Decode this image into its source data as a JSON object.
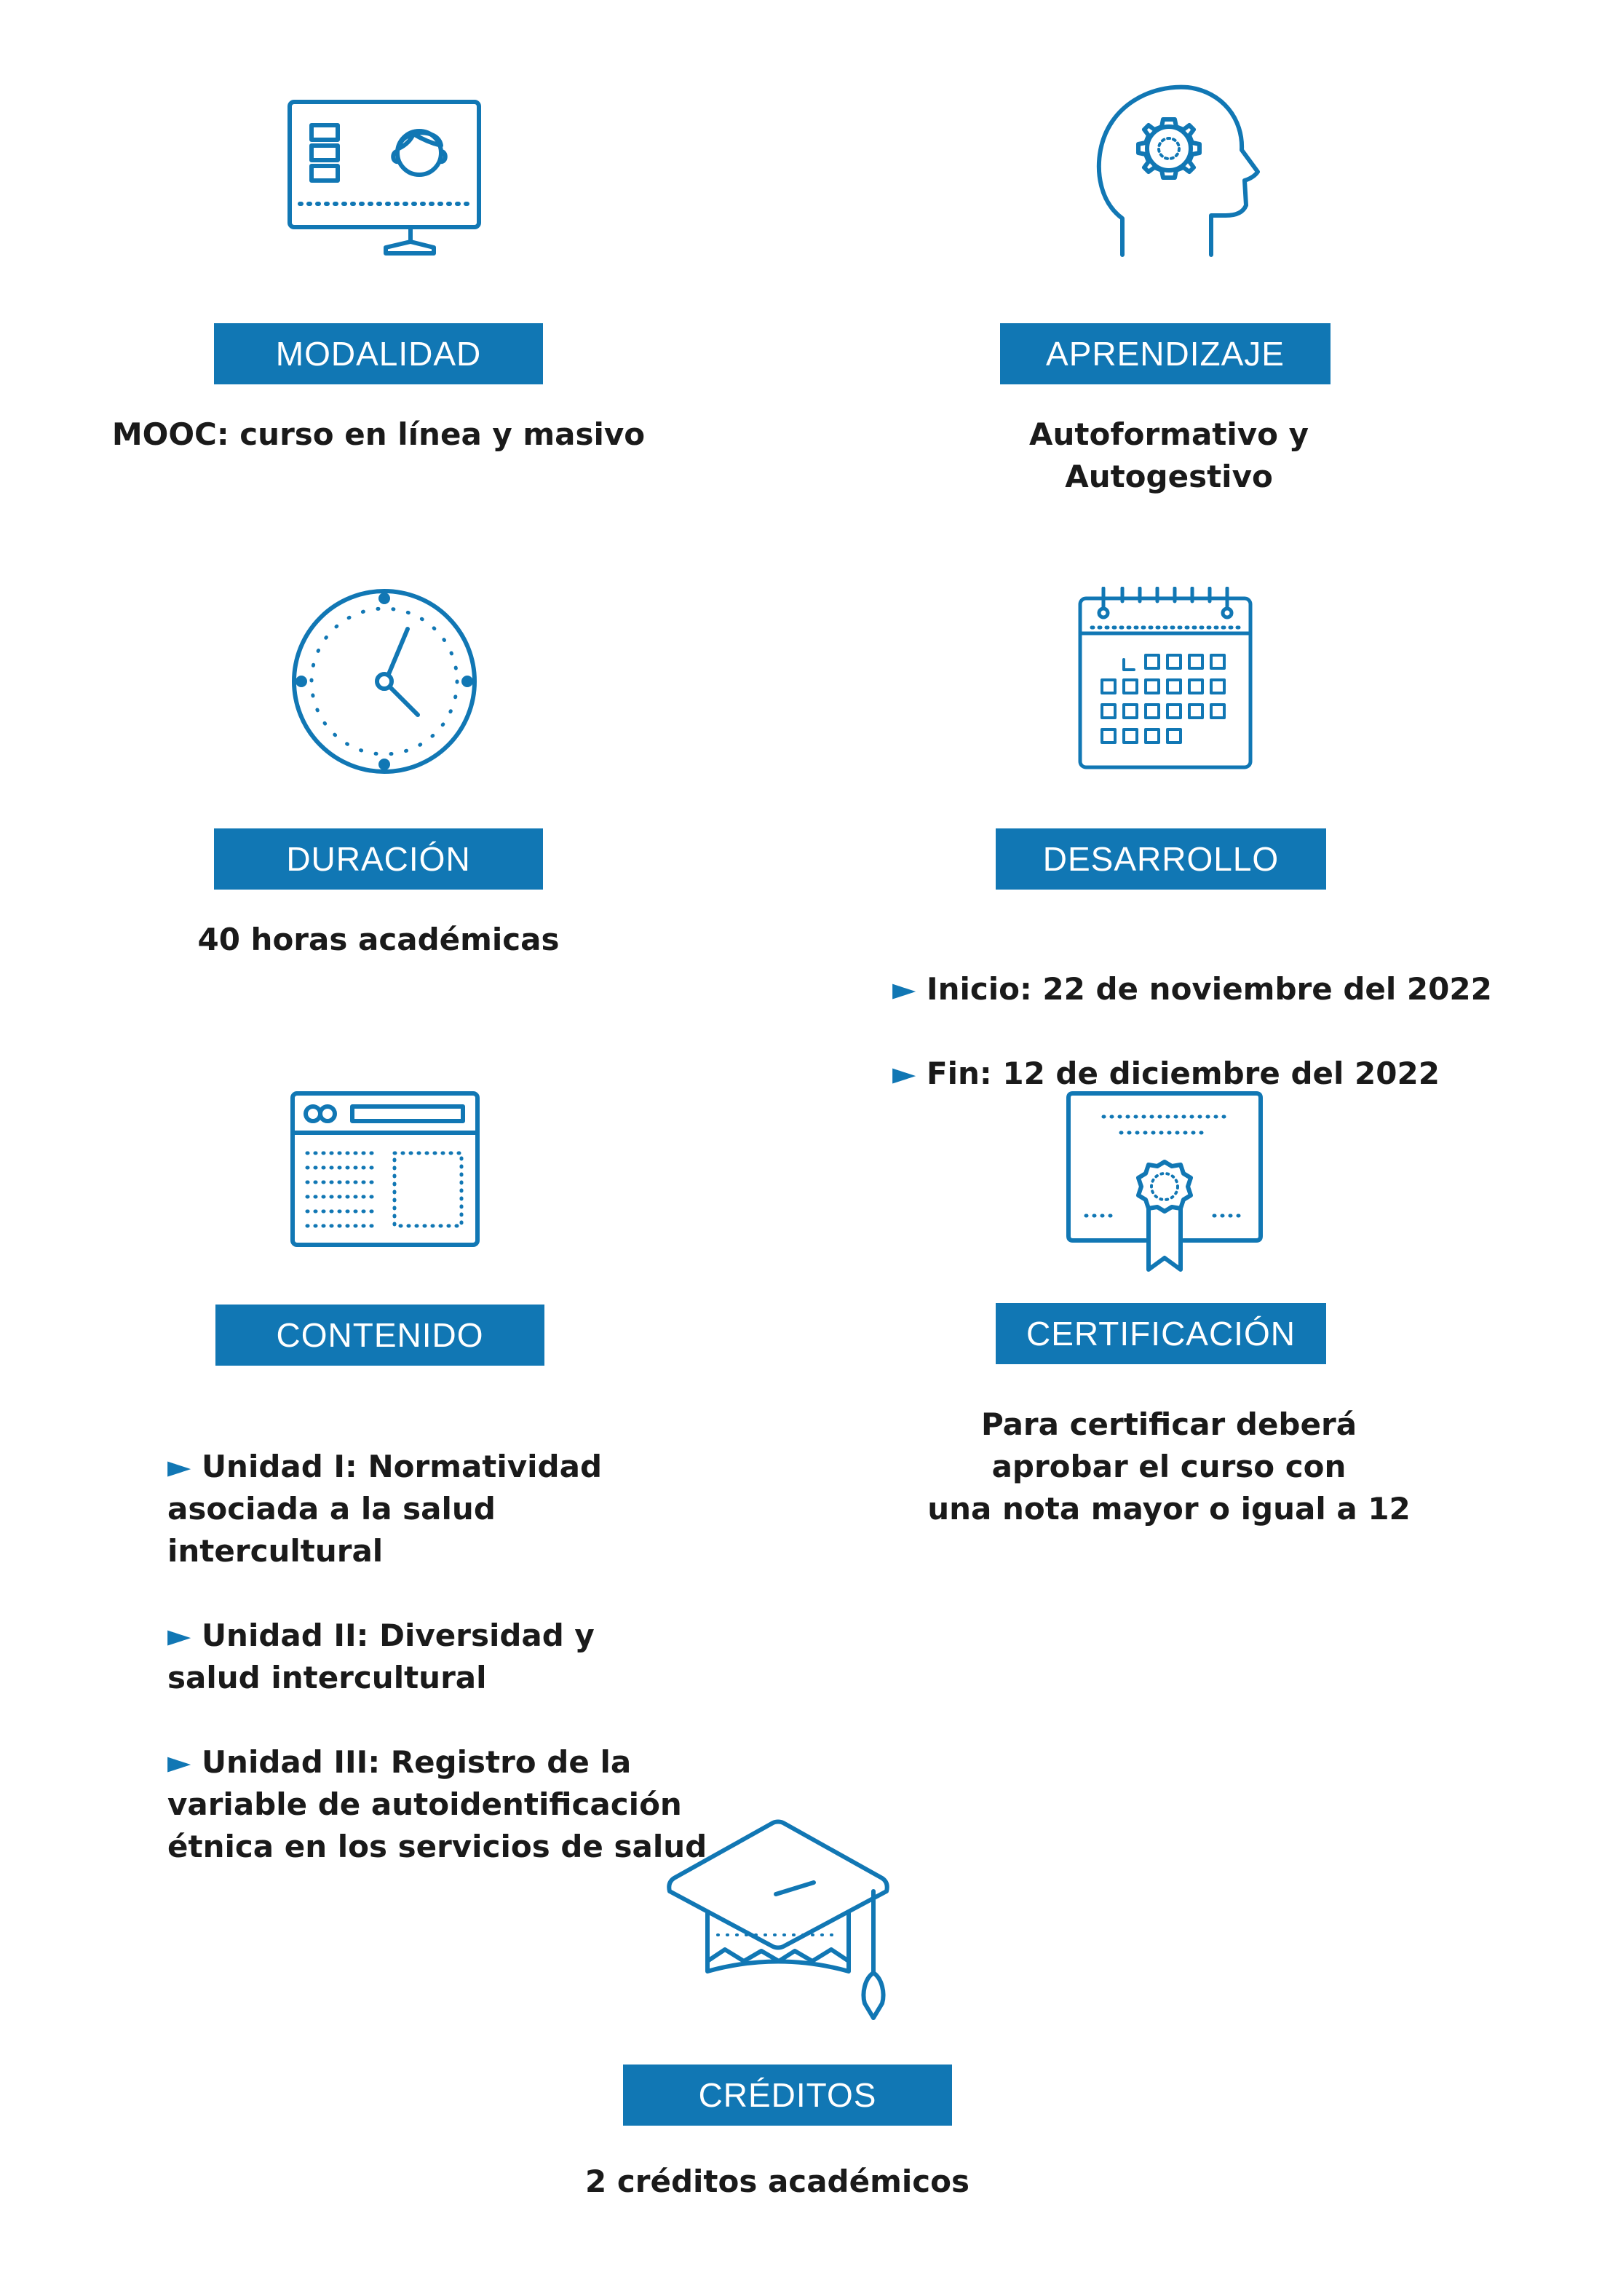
{
  "colors": {
    "accent": "#1177b4",
    "text": "#1a1a1a",
    "background": "#ffffff"
  },
  "icons": {
    "modalidad": "computer-monitor-user-icon",
    "aprendizaje": "head-gear-icon",
    "duracion": "clock-icon",
    "desarrollo": "calendar-icon",
    "contenido": "browser-window-icon",
    "certificacion": "certificate-icon",
    "creditos": "graduation-cap-icon"
  },
  "bullet_glyph": "►",
  "modalidad": {
    "label": "MODALIDAD",
    "text": "MOOC: curso en línea y masivo"
  },
  "aprendizaje": {
    "label": "APRENDIZAJE",
    "text": "Autoformativo y\nAutogestivo"
  },
  "duracion": {
    "label": "DURACIÓN",
    "text": "40 horas académicas"
  },
  "desarrollo": {
    "label": "DESARROLLO",
    "items": [
      "Inicio: 22 de noviembre del 2022",
      "Fin: 12 de diciembre del 2022"
    ]
  },
  "contenido": {
    "label": "CONTENIDO",
    "items": [
      "Unidad I: Normatividad\nasociada a la salud\nintercultural",
      "Unidad II: Diversidad y\nsalud intercultural",
      "Unidad III: Registro de la\nvariable de autoidentificación\nétnica en los servicios de salud"
    ]
  },
  "certificacion": {
    "label": "CERTIFICACIÓN",
    "text": "Para certificar deberá\naprobar el curso con\nuna nota mayor o igual a 12"
  },
  "creditos": {
    "label": "CRÉDITOS",
    "text": "2 créditos académicos"
  }
}
